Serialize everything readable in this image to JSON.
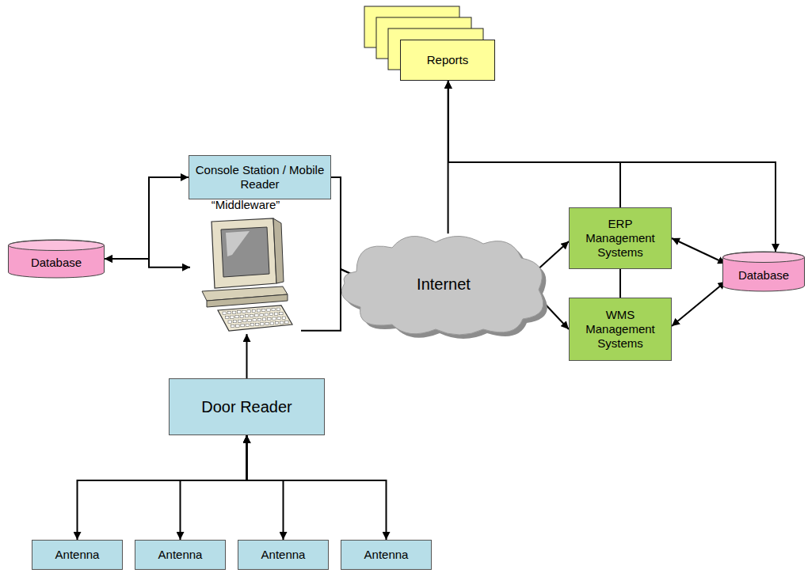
{
  "diagram": {
    "nodes": [
      {
        "text": [
          "Reports"
        ]
      },
      {
        "text": [
          "Console Station / Mobile Reader"
        ]
      },
      {
        "text": [
          "Database"
        ]
      },
      {
        "text": [
          "“Middleware”"
        ]
      },
      {
        "text": [
          "Internet"
        ]
      },
      {
        "text": [
          "ERP Management Systems"
        ]
      },
      {
        "text": [
          "WMS Management Systems"
        ]
      },
      {
        "text": [
          "Database"
        ]
      },
      {
        "text": [
          "Door Reader"
        ]
      },
      {
        "text": [
          "Antenna"
        ]
      },
      {
        "text": [
          "Antenna"
        ]
      },
      {
        "text": [
          "Antenna"
        ]
      },
      {
        "text": [
          "Antenna"
        ]
      }
    ],
    "edges": [
      {
        "from": 2,
        "to": 1,
        "arrow": "both"
      },
      {
        "from": 2,
        "to": 3,
        "arrow": "both"
      },
      {
        "from": 1,
        "to": 4,
        "arrow": "to"
      },
      {
        "from": 3,
        "to": 4,
        "arrow": "to"
      },
      {
        "from": 4,
        "to": 0,
        "arrow": "to"
      },
      {
        "from": 4,
        "to": 5,
        "arrow": "to"
      },
      {
        "from": 4,
        "to": 6,
        "arrow": "to"
      },
      {
        "from": 5,
        "to": 7,
        "arrow": "both"
      },
      {
        "from": 6,
        "to": 7,
        "arrow": "both"
      },
      {
        "from": 5,
        "to": 6,
        "arrow": "none"
      },
      {
        "from": 5,
        "to": 0,
        "arrow": "to"
      },
      {
        "from": 5,
        "to": 7,
        "arrow": "to"
      },
      {
        "from": 8,
        "to": 3,
        "arrow": "to"
      },
      {
        "from": 8,
        "to": 9,
        "arrow": "both"
      },
      {
        "from": 8,
        "to": 10,
        "arrow": "both"
      },
      {
        "from": 8,
        "to": 11,
        "arrow": "both"
      },
      {
        "from": 8,
        "to": 12,
        "arrow": "both"
      }
    ]
  }
}
